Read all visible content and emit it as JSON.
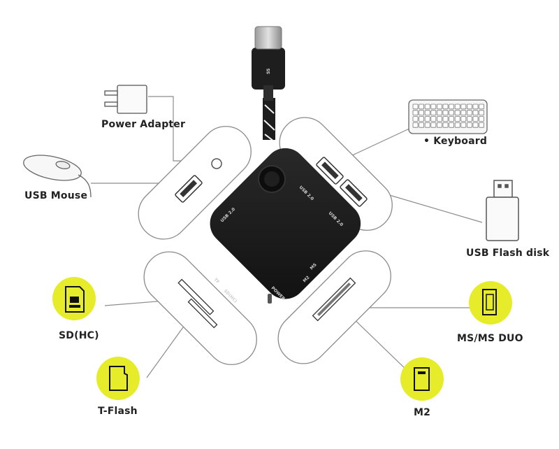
{
  "labels": {
    "power_adapter": "Power Adapter",
    "usb_mouse": "USB Mouse",
    "keyboard": "• Keyboard",
    "usb_flash_disk": "USB Flash disk",
    "sd_hc": "SD(HC)",
    "t_flash": "T-Flash",
    "ms_ms_duo": "MS/MS DUO",
    "m2": "M2"
  },
  "hub_text": {
    "usb1": "USB 2.0",
    "usb2": "USB 2.0",
    "usb3": "USB 2.0",
    "tf": "TF",
    "sdhc": "SD(HC)",
    "power": "POWER",
    "ms": "MS",
    "m2": "M2"
  },
  "plug_text": "SS",
  "colors": {
    "hub": "#1b1b1b",
    "accent_yellow": "#e6ec2a",
    "outline": "#8c8c8c"
  }
}
